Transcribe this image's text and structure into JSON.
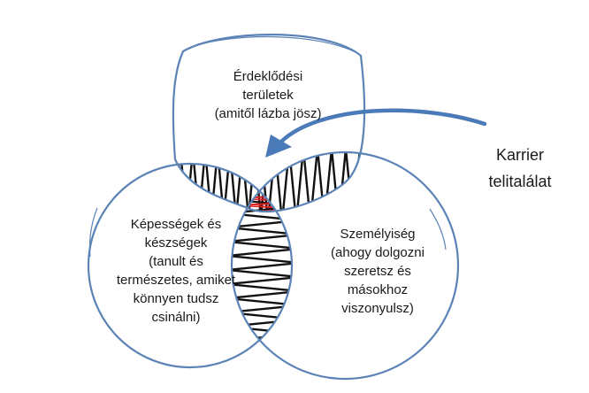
{
  "colors": {
    "circle_stroke": "#5b83b6",
    "arrow": "#4a7ab8",
    "hatch": "#111111",
    "center_hatch": "#e21d1d",
    "text": "#1a1a1a"
  },
  "circles": {
    "interests": {
      "lines": [
        "Érdeklődési",
        "területek",
        "(amitől lázba jösz)"
      ]
    },
    "abilities": {
      "lines": [
        "Képességek és",
        "készségek",
        "(tanult és",
        "természetes, amiket",
        "könnyen tudsz",
        "csinálni)"
      ]
    },
    "personality": {
      "lines": [
        "Személyiség",
        "(ahogy dolgozni",
        "szeretsz és",
        "másokhoz",
        "viszonyulsz)"
      ]
    }
  },
  "callout": {
    "lines": [
      "Karrier",
      "telitalálat"
    ],
    "arrow_icon": "curved-arrow-icon"
  }
}
